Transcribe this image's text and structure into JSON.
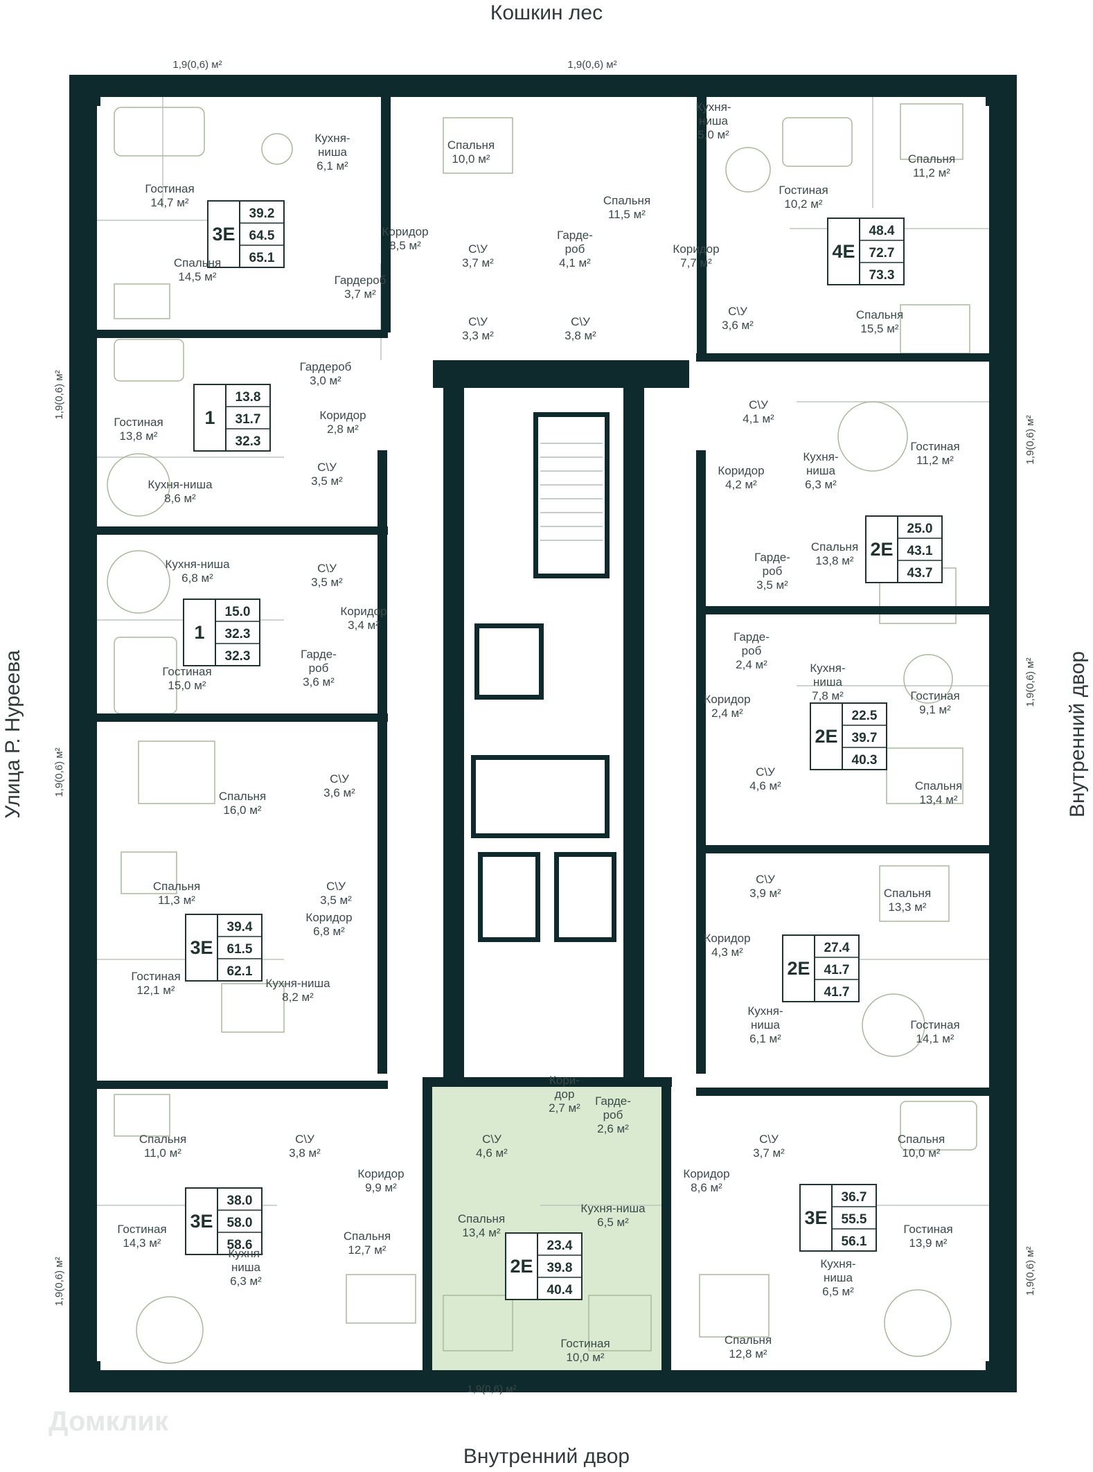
{
  "context": {
    "north": "Кошкин лес",
    "south": "Внутренний двор",
    "west": "Улица Р. Нуреева",
    "east": "Внутренний двор"
  },
  "balcony_label": "1,9(0,6) м²",
  "watermark": "Домклик",
  "colors": {
    "wall": "#0f2a2c",
    "highlight": "#d9ead0",
    "line": "#bcc6bd",
    "furniture": "#a9b99c"
  },
  "apartments": [
    {
      "type": "3Е",
      "a1": "39.2",
      "a2": "64.5",
      "a3": "65.1"
    },
    {
      "type": "1",
      "a1": "13.8",
      "a2": "31.7",
      "a3": "32.3"
    },
    {
      "type": "1",
      "a1": "15.0",
      "a2": "32.3",
      "a3": "32.3"
    },
    {
      "type": "3Е",
      "a1": "39.4",
      "a2": "61.5",
      "a3": "62.1"
    },
    {
      "type": "3Е",
      "a1": "38.0",
      "a2": "58.0",
      "a3": "58.6"
    },
    {
      "type": "2Е",
      "a1": "23.4",
      "a2": "39.8",
      "a3": "40.4"
    },
    {
      "type": "3Е",
      "a1": "36.7",
      "a2": "55.5",
      "a3": "56.1"
    },
    {
      "type": "2Е",
      "a1": "27.4",
      "a2": "41.7",
      "a3": "41.7"
    },
    {
      "type": "2Е",
      "a1": "22.5",
      "a2": "39.7",
      "a3": "40.3"
    },
    {
      "type": "2Е",
      "a1": "25.0",
      "a2": "43.1",
      "a3": "43.7"
    },
    {
      "type": "4Е",
      "a1": "48.4",
      "a2": "72.7",
      "a3": "73.3"
    }
  ],
  "rooms": [
    {
      "lines": [
        "Гостиная",
        "14,7 м²"
      ]
    },
    {
      "lines": [
        "Кухня-",
        "ниша",
        "6,1 м²"
      ]
    },
    {
      "lines": [
        "Спальня",
        "10,0 м²"
      ]
    },
    {
      "lines": [
        "Спальня",
        "14,5 м²"
      ]
    },
    {
      "lines": [
        "Коридор",
        "8,5 м²"
      ]
    },
    {
      "lines": [
        "С\\У",
        "3,7 м²"
      ]
    },
    {
      "lines": [
        "Гардероб",
        "3,7 м²"
      ]
    },
    {
      "lines": [
        "С\\У",
        "3,3 м²"
      ]
    },
    {
      "lines": [
        "Гостиная",
        "13,8 м²"
      ]
    },
    {
      "lines": [
        "Гардероб",
        "3,0 м²"
      ]
    },
    {
      "lines": [
        "Коридор",
        "2,8 м²"
      ]
    },
    {
      "lines": [
        "Кухня-ниша",
        "8,6 м²"
      ]
    },
    {
      "lines": [
        "С\\У",
        "3,5 м²"
      ]
    },
    {
      "lines": [
        "Кухня-ниша",
        "6,8 м²"
      ]
    },
    {
      "lines": [
        "С\\У",
        "3,5 м²"
      ]
    },
    {
      "lines": [
        "Коридор",
        "3,4 м²"
      ]
    },
    {
      "lines": [
        "Гостиная",
        "15,0 м²"
      ]
    },
    {
      "lines": [
        "Гарде-",
        "роб",
        "3,6 м²"
      ]
    },
    {
      "lines": [
        "Спальня",
        "16,0 м²"
      ]
    },
    {
      "lines": [
        "С\\У",
        "3,6 м²"
      ]
    },
    {
      "lines": [
        "С\\У",
        "3,5 м²"
      ]
    },
    {
      "lines": [
        "Спальня",
        "11,3 м²"
      ]
    },
    {
      "lines": [
        "Коридор",
        "6,8 м²"
      ]
    },
    {
      "lines": [
        "Гостиная",
        "12,1 м²"
      ]
    },
    {
      "lines": [
        "Кухня-ниша",
        "8,2 м²"
      ]
    },
    {
      "lines": [
        "Спальня",
        "11,0 м²"
      ]
    },
    {
      "lines": [
        "С\\У",
        "3,8 м²"
      ]
    },
    {
      "lines": [
        "Коридор",
        "9,9 м²"
      ]
    },
    {
      "lines": [
        "Гостиная",
        "14,3 м²"
      ]
    },
    {
      "lines": [
        "Спальня",
        "12,7 м²"
      ]
    },
    {
      "lines": [
        "Кухня-",
        "ниша",
        "6,3 м²"
      ]
    },
    {
      "lines": [
        "С\\У",
        "4,6 м²"
      ]
    },
    {
      "lines": [
        "Кори-",
        "дор",
        "2,7 м²"
      ]
    },
    {
      "lines": [
        "Гарде-",
        "роб",
        "2,6 м²"
      ]
    },
    {
      "lines": [
        "Кухня-ниша",
        "6,5 м²"
      ]
    },
    {
      "lines": [
        "Спальня",
        "13,4 м²"
      ]
    },
    {
      "lines": [
        "Гостиная",
        "10,0 м²"
      ]
    },
    {
      "lines": [
        "С\\У",
        "3,7 м²"
      ]
    },
    {
      "lines": [
        "Спальня",
        "10,0 м²"
      ]
    },
    {
      "lines": [
        "Коридор",
        "8,6 м²"
      ]
    },
    {
      "lines": [
        "Гостиная",
        "13,9 м²"
      ]
    },
    {
      "lines": [
        "Кухня-",
        "ниша",
        "6,5 м²"
      ]
    },
    {
      "lines": [
        "Спальня",
        "12,8 м²"
      ]
    },
    {
      "lines": [
        "С\\У",
        "3,9 м²"
      ]
    },
    {
      "lines": [
        "Спальня",
        "13,3 м²"
      ]
    },
    {
      "lines": [
        "Коридор",
        "4,3 м²"
      ]
    },
    {
      "lines": [
        "Кухня-",
        "ниша",
        "6,1 м²"
      ]
    },
    {
      "lines": [
        "Гостиная",
        "14,1 м²"
      ]
    },
    {
      "lines": [
        "Гарде-",
        "роб",
        "2,4 м²"
      ]
    },
    {
      "lines": [
        "Кухня-",
        "ниша",
        "7,8 м²"
      ]
    },
    {
      "lines": [
        "Коридор",
        "2,4 м²"
      ]
    },
    {
      "lines": [
        "Гостиная",
        "9,1 м²"
      ]
    },
    {
      "lines": [
        "С\\У",
        "4,6 м²"
      ]
    },
    {
      "lines": [
        "Спальня",
        "13,4 м²"
      ]
    },
    {
      "lines": [
        "С\\У",
        "4,1 м²"
      ]
    },
    {
      "lines": [
        "Гостиная",
        "11,2 м²"
      ]
    },
    {
      "lines": [
        "Коридор",
        "4,2 м²"
      ]
    },
    {
      "lines": [
        "Кухня-",
        "ниша",
        "6,3 м²"
      ]
    },
    {
      "lines": [
        "Спальня",
        "13,8 м²"
      ]
    },
    {
      "lines": [
        "Гарде-",
        "роб",
        "3,5 м²"
      ]
    },
    {
      "lines": [
        "Кухня-",
        "ниша",
        "5,0 м²"
      ]
    },
    {
      "lines": [
        "Гостиная",
        "10,2 м²"
      ]
    },
    {
      "lines": [
        "Спальня",
        "11,2 м²"
      ]
    },
    {
      "lines": [
        "Спальня",
        "11,5 м²"
      ]
    },
    {
      "lines": [
        "Гарде-",
        "роб",
        "4,1 м²"
      ]
    },
    {
      "lines": [
        "Коридор",
        "7,7 м²"
      ]
    },
    {
      "lines": [
        "С\\У",
        "3,8 м²"
      ]
    },
    {
      "lines": [
        "С\\У",
        "3,6 м²"
      ]
    },
    {
      "lines": [
        "Спальня",
        "15,5 м²"
      ]
    }
  ]
}
